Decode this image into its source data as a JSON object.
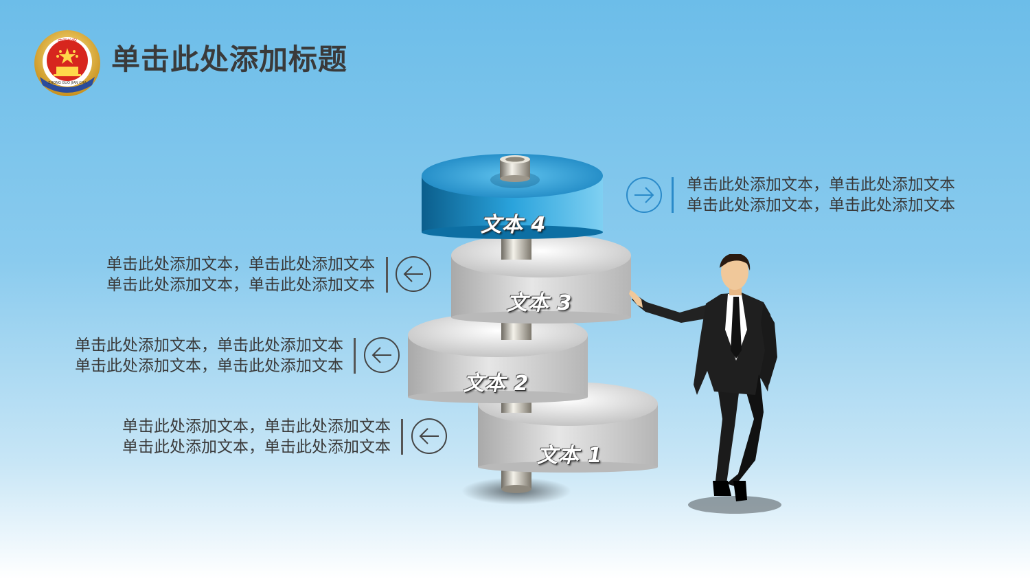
{
  "header": {
    "title": "单击此处添加标题",
    "emblem_text": "中国检察",
    "emblem_ring_text": "ZHONG GUO JIAN CHA"
  },
  "levels": [
    {
      "label": "文本 4",
      "line1": "单击此处添加文本，单击此处添加文本",
      "line2": "单击此处添加文本，单击此处添加文本",
      "direction": "right",
      "color": "#1a8fc8"
    },
    {
      "label": "文本  3",
      "line1": "单击此处添加文本，单击此处添加文本",
      "line2": "单击此处添加文本，单击此处添加文本",
      "direction": "left",
      "color": "#cfcfcf"
    },
    {
      "label": "文本  2",
      "line1": "单击此处添加文本，单击此处添加文本",
      "line2": "单击此处添加文本，单击此处添加文本",
      "direction": "left",
      "color": "#cfcfcf"
    },
    {
      "label": "文本 1",
      "line1": "单击此处添加文本，单击此处添加文本",
      "line2": "单击此处添加文本，单击此处添加文本",
      "direction": "left",
      "color": "#cfcfcf"
    }
  ],
  "icons": {
    "emblem": "procuratorate-emblem-icon",
    "arrow_right": "arrow-right-circle-icon",
    "arrow_left": "arrow-left-circle-icon",
    "person": "businessman-figure"
  },
  "colors": {
    "accent_blue": "#1a8fc8",
    "text_dark": "#3a3a3a"
  }
}
